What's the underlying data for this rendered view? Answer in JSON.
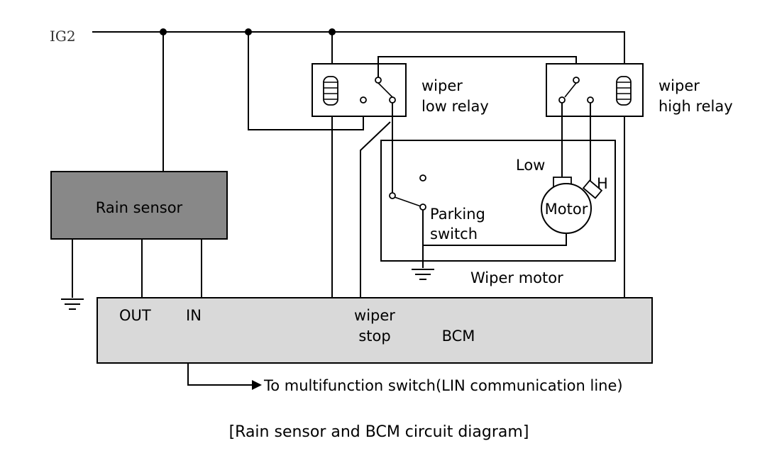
{
  "power": {
    "ig2": "IG2"
  },
  "relays": {
    "low_line1": "wiper",
    "low_line2": "low relay",
    "high_line1": "wiper",
    "high_line2": "high relay"
  },
  "rain_sensor": {
    "label": "Rain sensor"
  },
  "motor": {
    "low": "Low",
    "high": "H",
    "motor": "Motor",
    "parking_line1": "Parking",
    "parking_line2": "switch",
    "wiper_motor": "Wiper motor"
  },
  "bcm": {
    "out": "OUT",
    "in": "IN",
    "wiper_line1": "wiper",
    "wiper_line2": "stop",
    "bcm": "BCM"
  },
  "lin": {
    "label": "To multifunction switch(LIN communication line)"
  },
  "caption": "[Rain sensor and BCM circuit diagram]",
  "colors": {
    "rain_sensor_fill": "#888888",
    "bcm_fill": "#d9d9d9",
    "line": "#000000"
  }
}
